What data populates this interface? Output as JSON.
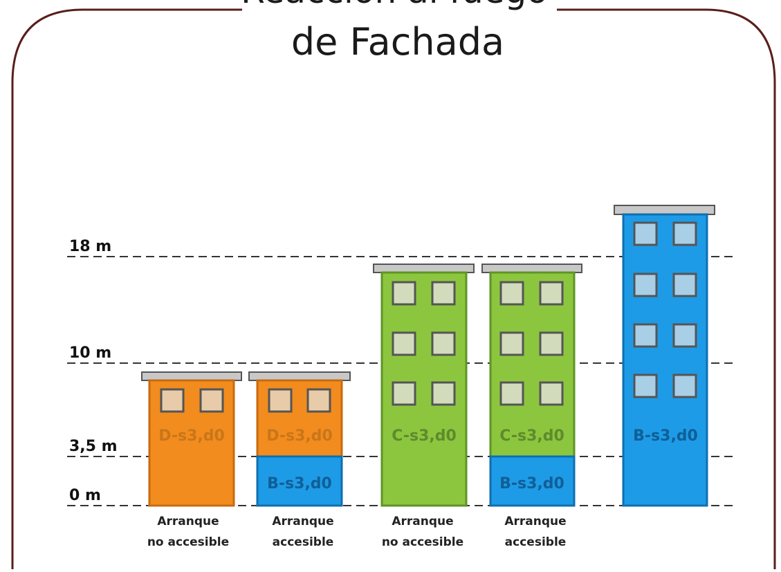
{
  "diagram": {
    "title_partial": "Reacción al fuego",
    "title": "de Fachada"
  },
  "levels": [
    {
      "label": "18 m",
      "height_m": 18
    },
    {
      "label": "10 m",
      "height_m": 10
    },
    {
      "label": "3,5 m",
      "height_m": 3.5
    },
    {
      "label": "0 m",
      "height_m": 0
    }
  ],
  "colors": {
    "frame": "#5a1e1a",
    "orange": "#f28c1e",
    "orange_border": "#c86a0f",
    "orange_text": "#c9761a",
    "orange_window": "#e8cba8",
    "green": "#8cc63f",
    "green_border": "#5e9425",
    "green_text": "#5f8a2c",
    "green_window": "#d2dcbc",
    "blue": "#1e9be6",
    "blue_border": "#0f6fb0",
    "blue_text": "#0f5f97",
    "blue_window": "#a9cfe6"
  },
  "buildings": [
    {
      "name": "building-orange-no-accesible",
      "color": "orange",
      "upper_class": "D-s3,d0",
      "lower_class": "",
      "caption_line1": "Arranque",
      "caption_line2": "no accesible"
    },
    {
      "name": "building-orange-accesible",
      "color": "orange",
      "upper_class": "D-s3,d0",
      "lower_class": "B-s3,d0",
      "caption_line1": "Arranque",
      "caption_line2": "accesible"
    },
    {
      "name": "building-green-no-accesible",
      "color": "green",
      "upper_class": "C-s3,d0",
      "lower_class": "",
      "caption_line1": "Arranque",
      "caption_line2": "no accesible"
    },
    {
      "name": "building-green-accesible",
      "color": "green",
      "upper_class": "C-s3,d0",
      "lower_class": "B-s3,d0",
      "caption_line1": "Arranque",
      "caption_line2": "accesible"
    },
    {
      "name": "building-blue-tall",
      "color": "blue",
      "upper_class": "B-s3,d0",
      "lower_class": "",
      "caption_line1": "",
      "caption_line2": ""
    }
  ]
}
